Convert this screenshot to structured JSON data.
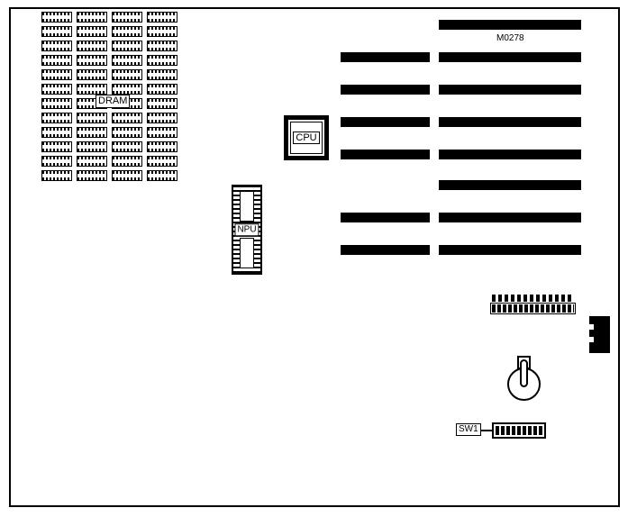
{
  "diagram": {
    "type": "motherboard-layout",
    "background": "#ffffff",
    "line_color": "#000000"
  },
  "labels": {
    "dram": "DRAM",
    "cpu": "CPU",
    "npu": "NPU",
    "model": "M0278",
    "sw1": "SW1"
  },
  "dram": {
    "chip_count": 48,
    "columns": 4,
    "rows": 12
  },
  "slots": {
    "long_count": 8,
    "short_count": 6
  }
}
